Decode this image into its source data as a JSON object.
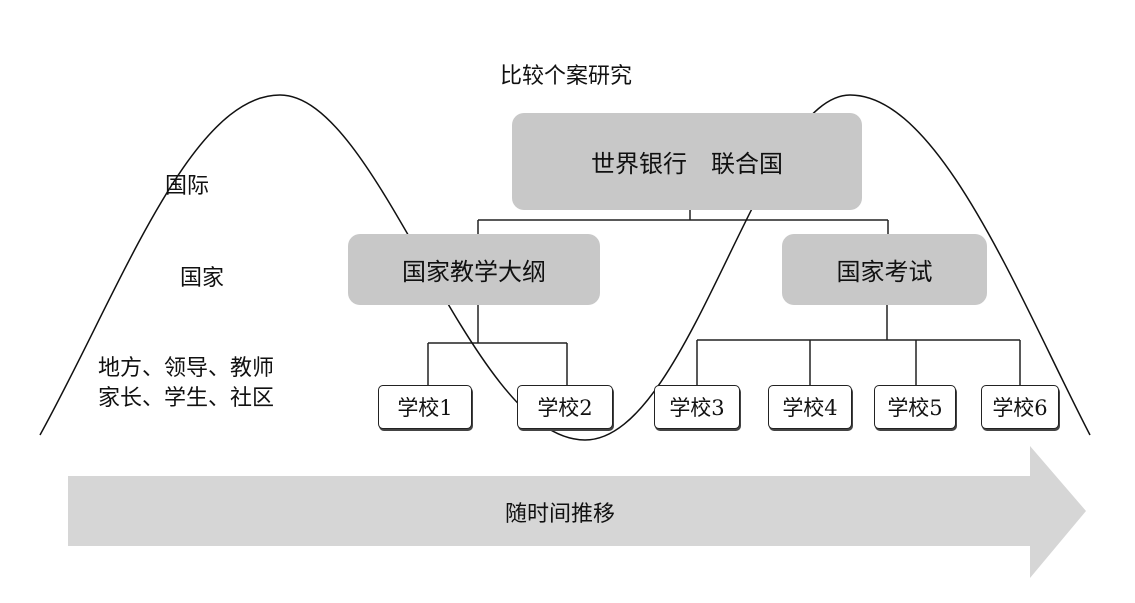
{
  "title": "比较个案研究",
  "levels": {
    "international": "国际",
    "national": "国家",
    "local_line1": "地方、领导、教师",
    "local_line2": "家长、学生、社区"
  },
  "top_node": "世界银行　联合国",
  "middle_nodes": [
    "国家教学大纲",
    "国家考试"
  ],
  "schools": [
    "学校1",
    "学校2",
    "学校3",
    "学校4",
    "学校5",
    "学校6"
  ],
  "arrow_label": "随时间推移"
}
